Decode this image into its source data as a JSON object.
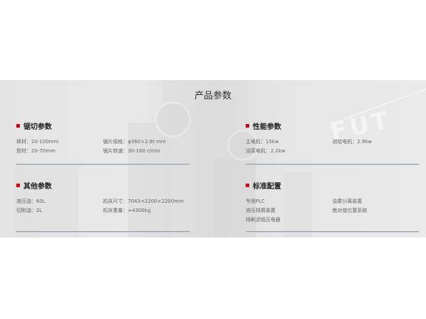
{
  "page": {
    "title": "产品参数"
  },
  "background": {
    "band_color": "#e6e6e6",
    "watermark_text": "FUT"
  },
  "sections": {
    "sawing": {
      "heading": "锯切参数",
      "left": [
        "棒材：20-100mm",
        "型材：20-70mm"
      ],
      "right": [
        "锯片规格：φ360×2.6t mm",
        "锯片转速：30-160 r/min"
      ]
    },
    "performance": {
      "heading": "性能参数",
      "left": [
        "主电机：15kw",
        "油泵电机：2.2kw"
      ],
      "right": [
        "进给电机：2.9kw"
      ]
    },
    "other": {
      "heading": "其他参数",
      "left": [
        "液压油：60L",
        "切削油：2L"
      ],
      "right": [
        "机床尺寸：7043×2200×2200mm",
        "机床重量：≈4300kg"
      ]
    },
    "standard": {
      "heading": "标准配置",
      "left": [
        "专用PLC",
        "液压排屑装置",
        "排刷滤纸压电器"
      ],
      "right": [
        "油雾分离装置",
        "绝对值位置系统"
      ]
    }
  },
  "colors": {
    "accent": "#d7000f",
    "heading_text": "#222222",
    "param_text": "#666666",
    "divider": "#9aa3ab"
  }
}
